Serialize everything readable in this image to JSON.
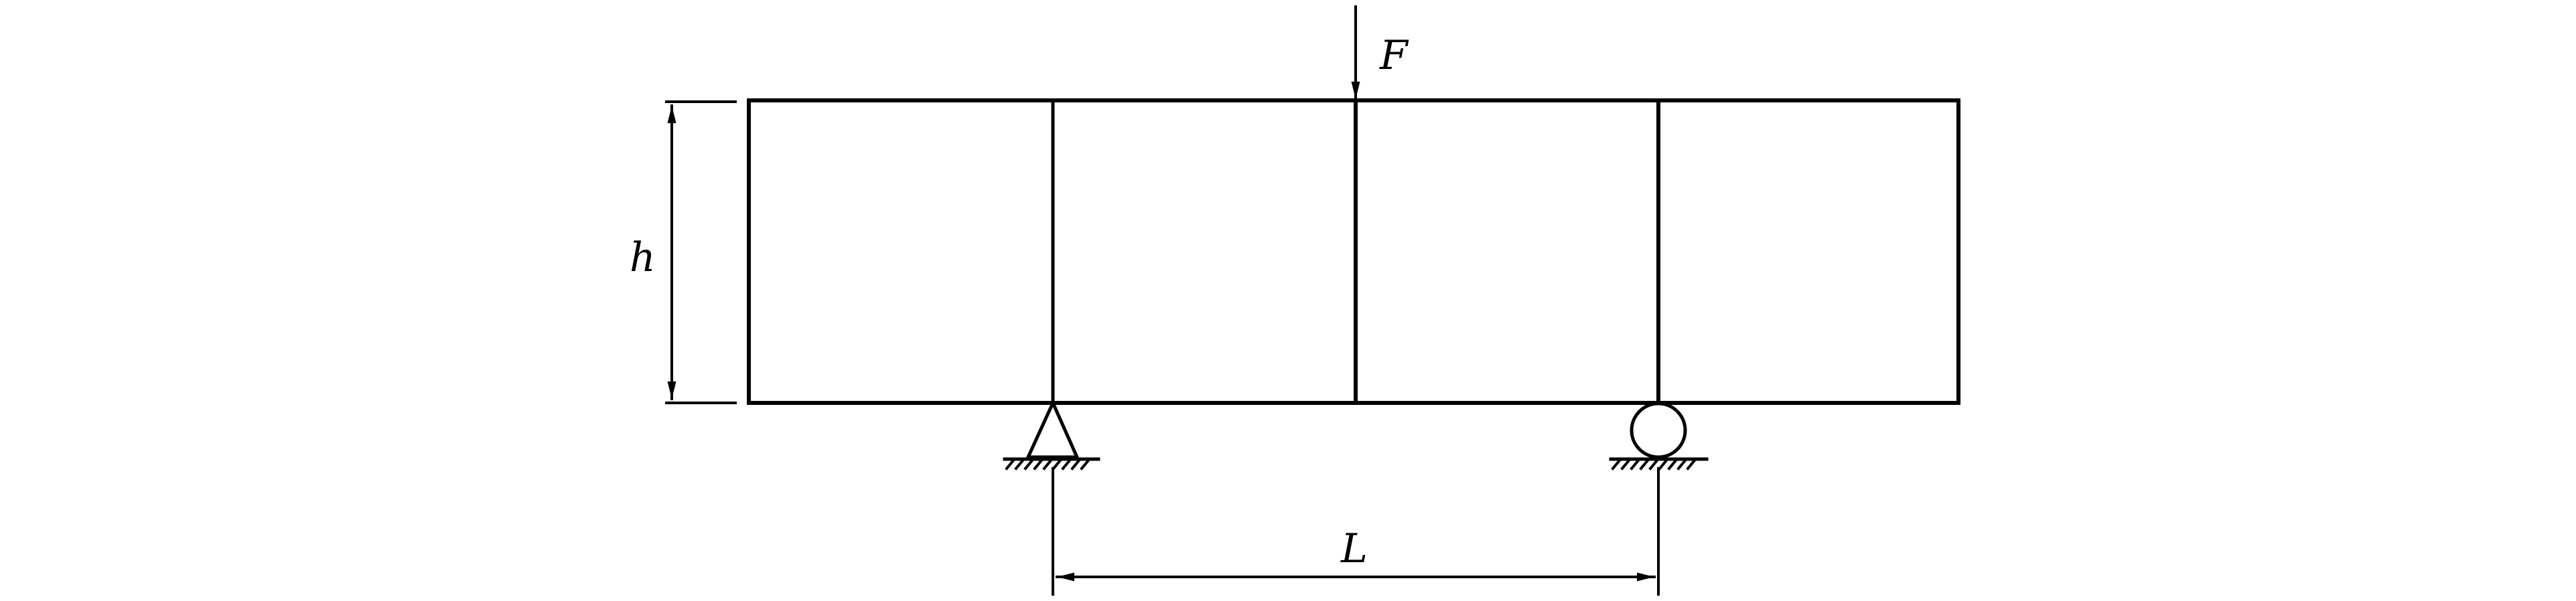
{
  "labels": {
    "force": "F",
    "height": "h",
    "span": "L"
  },
  "colors": {
    "ink": "#000000",
    "background": "#ffffff"
  }
}
